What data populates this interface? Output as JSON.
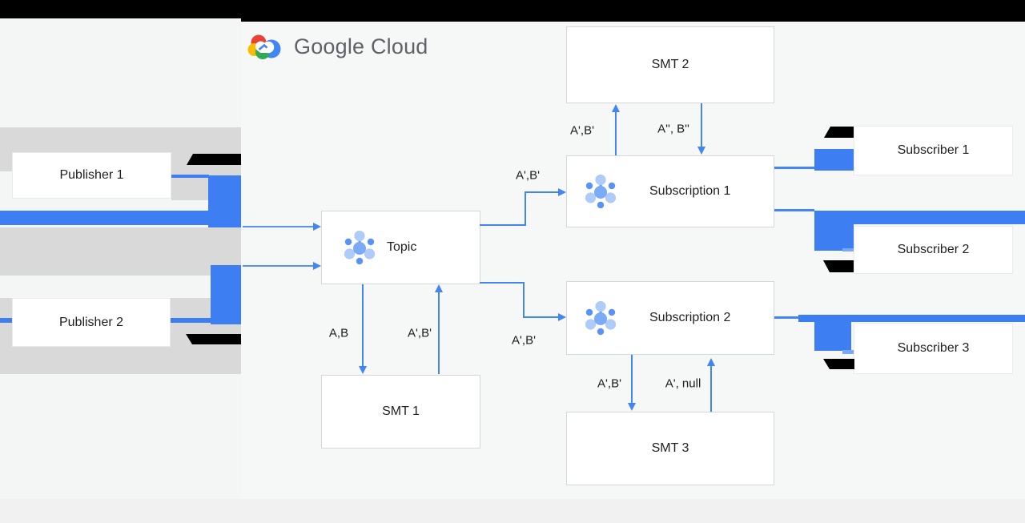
{
  "logo": {
    "text": "Google Cloud"
  },
  "nodes": {
    "publisher1": "Publisher 1",
    "publisher2": "Publisher 2",
    "topic": "Topic",
    "smt1": "SMT 1",
    "smt2": "SMT 2",
    "smt3": "SMT 3",
    "subscription1": "Subscription 1",
    "subscription2": "Subscription 2",
    "subscriber1": "Subscriber 1",
    "subscriber2": "Subscriber 2",
    "subscriber3": "Subscriber 3"
  },
  "edges": {
    "topic_to_sub1": "A',B'",
    "topic_to_sub2": "A',B'",
    "topic_to_smt1": "A,B",
    "smt1_to_topic": "A',B'",
    "sub1_to_smt2": "A',B'",
    "smt2_to_sub1": "A'', B''",
    "sub2_to_smt3": "A',B'",
    "smt3_to_sub2": "A', null"
  },
  "colors": {
    "arrow_blue": "#4285f4",
    "thick_bar_blue": "#3d7ef3",
    "band_gray": "#d9d9d9",
    "redaction_black": "#000000",
    "logo_text_gray": "#5f6368"
  }
}
